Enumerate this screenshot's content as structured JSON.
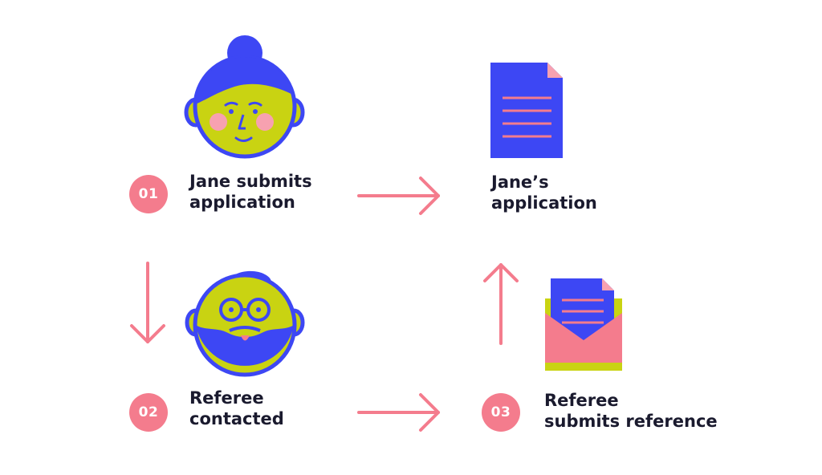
{
  "steps": [
    {
      "number": "01",
      "line1": "Jane submits",
      "line2": "application"
    },
    {
      "number": "02",
      "line1": "Referee",
      "line2": "contacted"
    },
    {
      "number": "03",
      "line1": "Referee",
      "line2": "submits reference"
    }
  ],
  "document_label": {
    "line1": "Jane’s",
    "line2": "application"
  },
  "icons": [
    "woman-avatar-icon",
    "man-avatar-icon",
    "document-icon",
    "envelope-letter-icon"
  ],
  "colors": {
    "blue": "#3d47f4",
    "lime": "#c9d312",
    "pink": "#f47c8d",
    "text": "#1a1a2e"
  }
}
